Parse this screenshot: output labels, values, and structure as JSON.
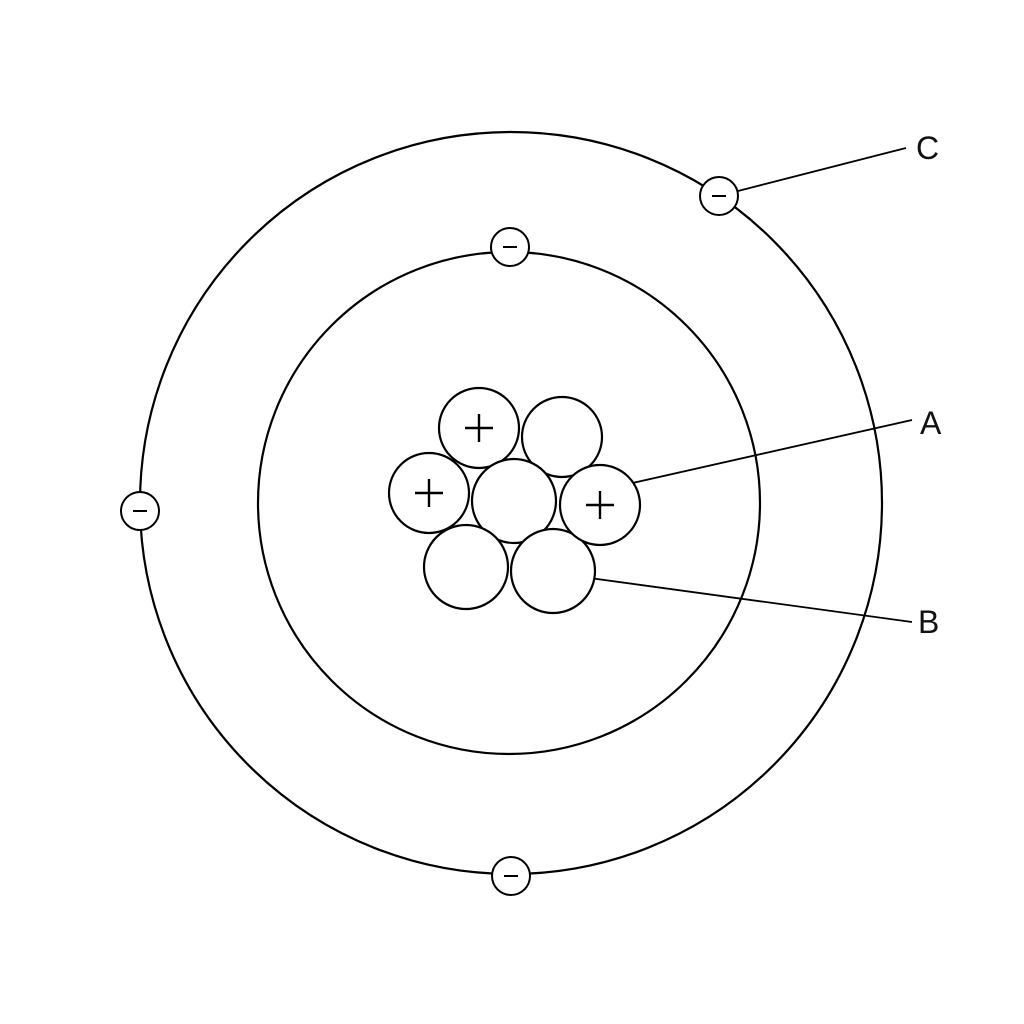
{
  "callouts": {
    "a": "A",
    "b": "B",
    "c": "C"
  },
  "particle_charges": {
    "proton": "+",
    "neutron": "",
    "electron": "−"
  },
  "counts": {
    "protons": 3,
    "neutrons": 4,
    "inner_shell_electrons": 1,
    "outer_shell_electrons": 3
  },
  "colors": {
    "line": "#000000",
    "fill": "#ffffff"
  }
}
